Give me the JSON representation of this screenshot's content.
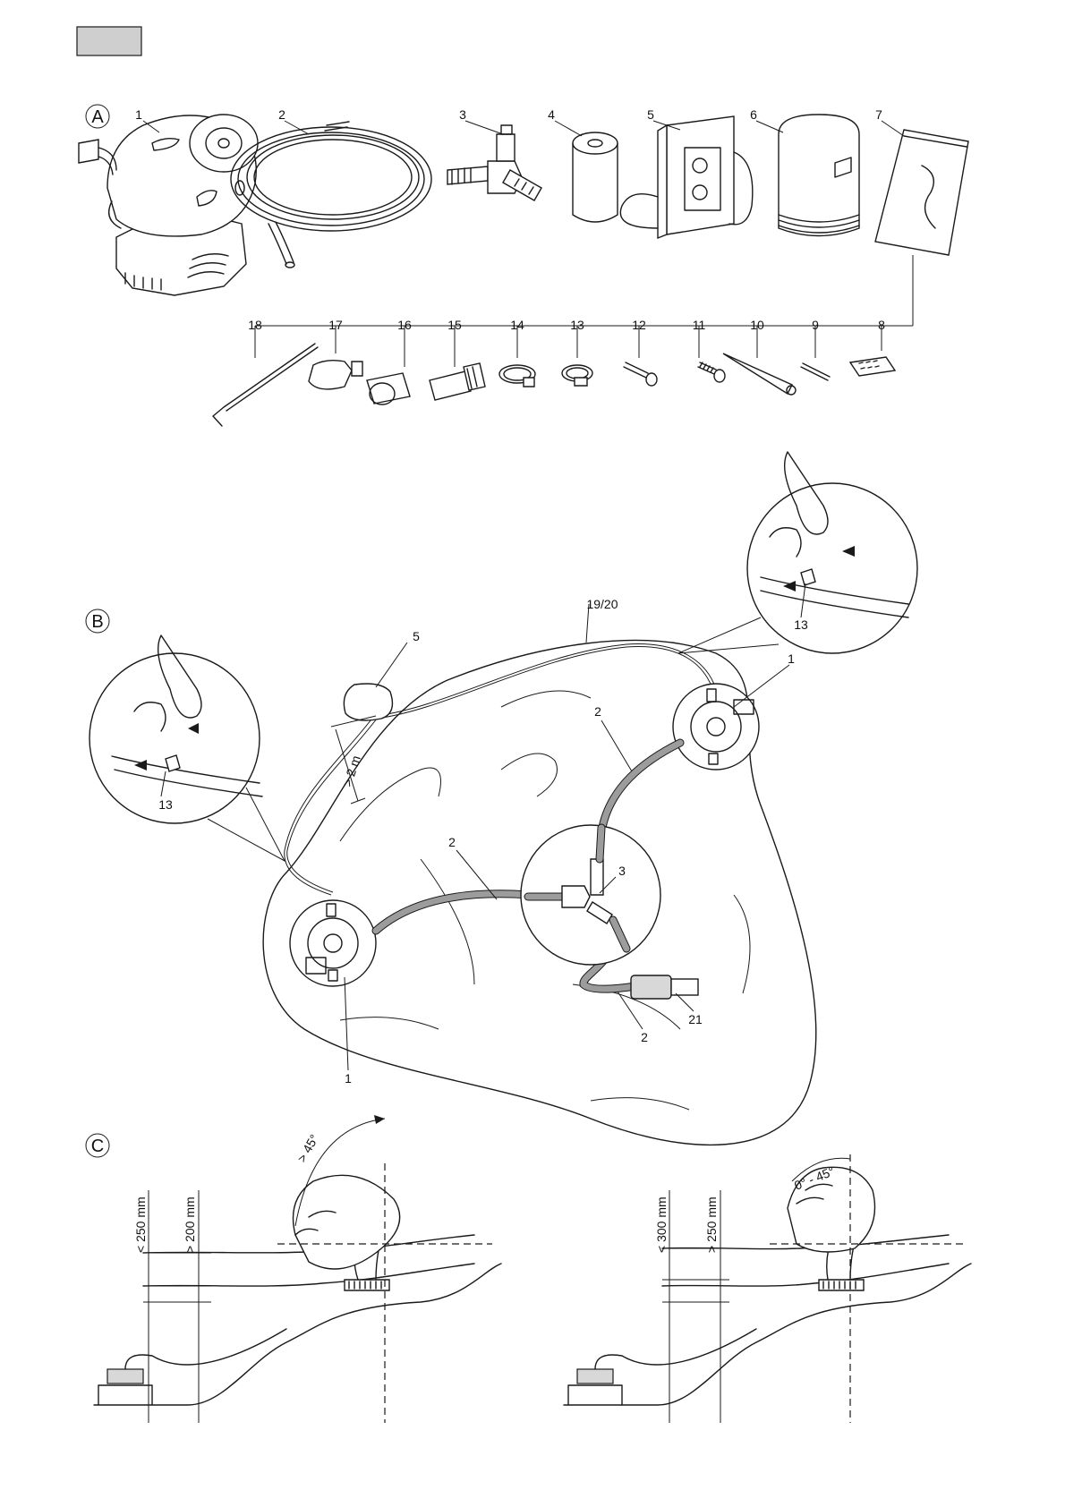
{
  "sections": {
    "a": "A",
    "b": "B",
    "c": "C"
  },
  "parts_labels": [
    "1",
    "2",
    "3",
    "4",
    "5",
    "6",
    "7",
    "8",
    "9",
    "10",
    "11",
    "12",
    "13",
    "14",
    "15",
    "16",
    "17",
    "18"
  ],
  "callouts": {
    "cable": "19/20",
    "transformer": "5",
    "jet_right": "1",
    "jet_left": "1",
    "hose_upper": "2",
    "hose_mid": "2",
    "hose_lower": "2",
    "tee": "3",
    "filter": "21",
    "clip_left": "13",
    "clip_right": "13"
  },
  "dimensions": {
    "distance": "> 2 m",
    "left_angle": "> 45°",
    "left_depth_max": "< 250 mm",
    "left_depth_min": "> 200 mm",
    "right_angle": "0° - 45°",
    "right_depth_max": "< 300 mm",
    "right_depth_min": "> 250 mm"
  }
}
